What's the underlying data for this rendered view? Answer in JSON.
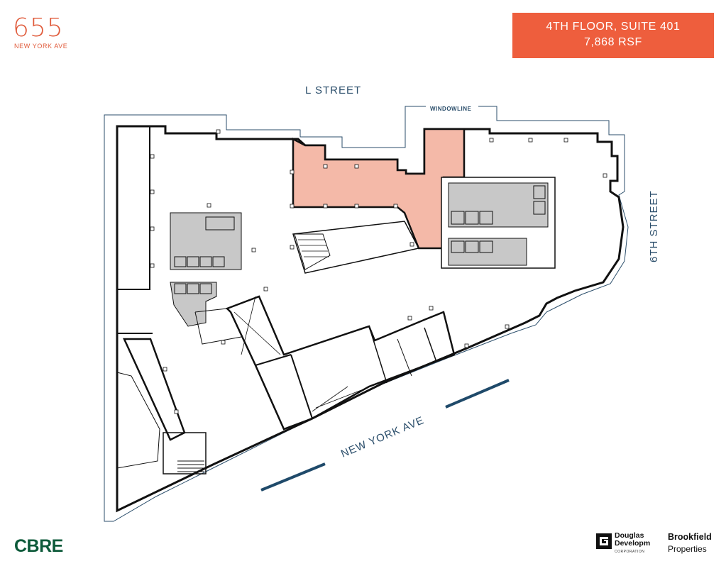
{
  "brand": {
    "logo_number": "655",
    "logo_subtitle": "NEW YORK AVE",
    "accent_color": "#ee5e3d"
  },
  "suite": {
    "line1": "4TH FLOOR, SUITE 401",
    "line2": "7,868 RSF"
  },
  "plan": {
    "streets": {
      "north": "L STREET",
      "east": "6TH STREET",
      "south": "NEW YORK AVE"
    },
    "windowline_label": "WINDOWLINE",
    "highlight_color": "#f4b9a8",
    "core_color": "#c8c8c8"
  },
  "footer": {
    "cbre": "CBRE",
    "douglas_line1": "Douglas",
    "douglas_line2": "Developm",
    "douglas_sub": "CORPORATION",
    "brookfield_line1": "Brookfield",
    "brookfield_line2": "Properties"
  }
}
